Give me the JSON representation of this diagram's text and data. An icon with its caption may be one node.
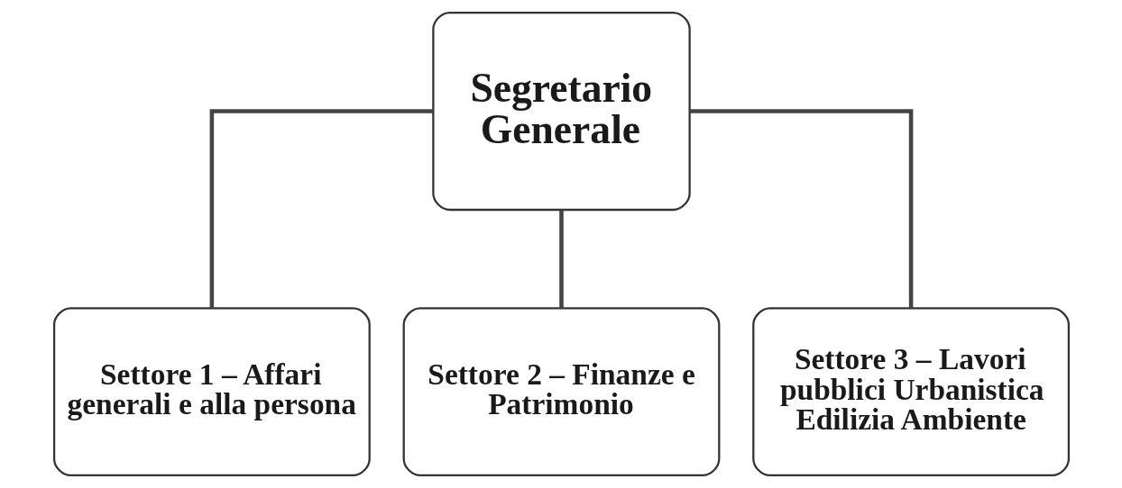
{
  "diagram": {
    "nodes": [
      {
        "text": [
          "Segretario Generale"
        ]
      },
      {
        "text": [
          "Settore 1 – Affari generali e alla persona"
        ]
      },
      {
        "text": [
          "Settore 2 – Finanze e Patrimonio"
        ]
      },
      {
        "text": [
          "Settore 3 – Lavori pubblici Urbanistica Edilizia Ambiente"
        ]
      }
    ],
    "edges": [
      {
        "from": 0,
        "to": 1,
        "arrow": "none"
      },
      {
        "from": 0,
        "to": 2,
        "arrow": "none"
      },
      {
        "from": 0,
        "to": 3,
        "arrow": "none"
      }
    ]
  }
}
